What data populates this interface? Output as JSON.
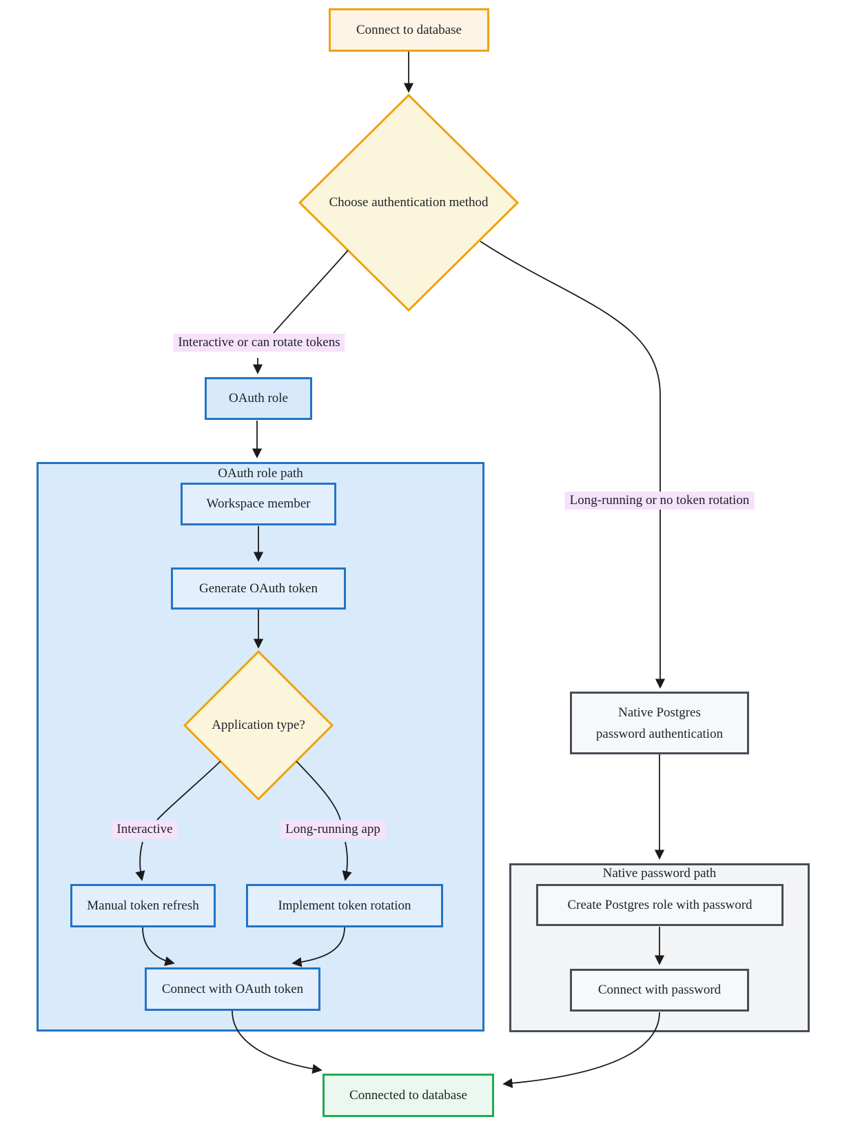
{
  "diagram": {
    "type": "flowchart",
    "nodes": {
      "connect_db": {
        "label": "Connect to database"
      },
      "choose_auth": {
        "label": "Choose authentication method"
      },
      "oauth_role": {
        "label": "OAuth role"
      },
      "workspace_member": {
        "label": "Workspace member"
      },
      "generate_oauth_token": {
        "label": "Generate OAuth token"
      },
      "application_type": {
        "label": "Application type?"
      },
      "manual_token_refresh": {
        "label": "Manual token refresh"
      },
      "implement_token_rotation": {
        "label": "Implement token rotation"
      },
      "connect_with_oauth_token": {
        "label": "Connect with OAuth token"
      },
      "native_postgres_auth": {
        "label_line1": "Native Postgres",
        "label_line2": "password authentication"
      },
      "create_postgres_role": {
        "label": "Create Postgres role with password"
      },
      "connect_with_password": {
        "label": "Connect with password"
      },
      "connected_db": {
        "label": "Connected to database"
      }
    },
    "subgraphs": {
      "oauth_path": {
        "title": "OAuth role path"
      },
      "native_path": {
        "title": "Native password path"
      }
    },
    "edge_labels": {
      "to_oauth": "Interactive or can rotate tokens",
      "to_native": "Long-running or no token rotation",
      "interactive": "Interactive",
      "long_running": "Long-running app"
    },
    "colors": {
      "orange_stroke": "#F1A10E",
      "cream_node_fill": "#FDF4E5",
      "diamond_fill": "#FBF5DC",
      "blue_stroke": "#2274C5",
      "blue_container_fill": "#D9EAFB",
      "blue_node_fill": "#E3EFFC",
      "gray_stroke": "#464E57",
      "gray_container_fill": "#F3F4F6",
      "gray_node_fill": "#F7F8F9",
      "green_stroke": "#23AA50",
      "green_node_fill": "#EBF8EF",
      "edge_label_bg": "#F6E2FA",
      "edge_color": "#1B1B1B",
      "text_color": "#1E2227"
    }
  }
}
